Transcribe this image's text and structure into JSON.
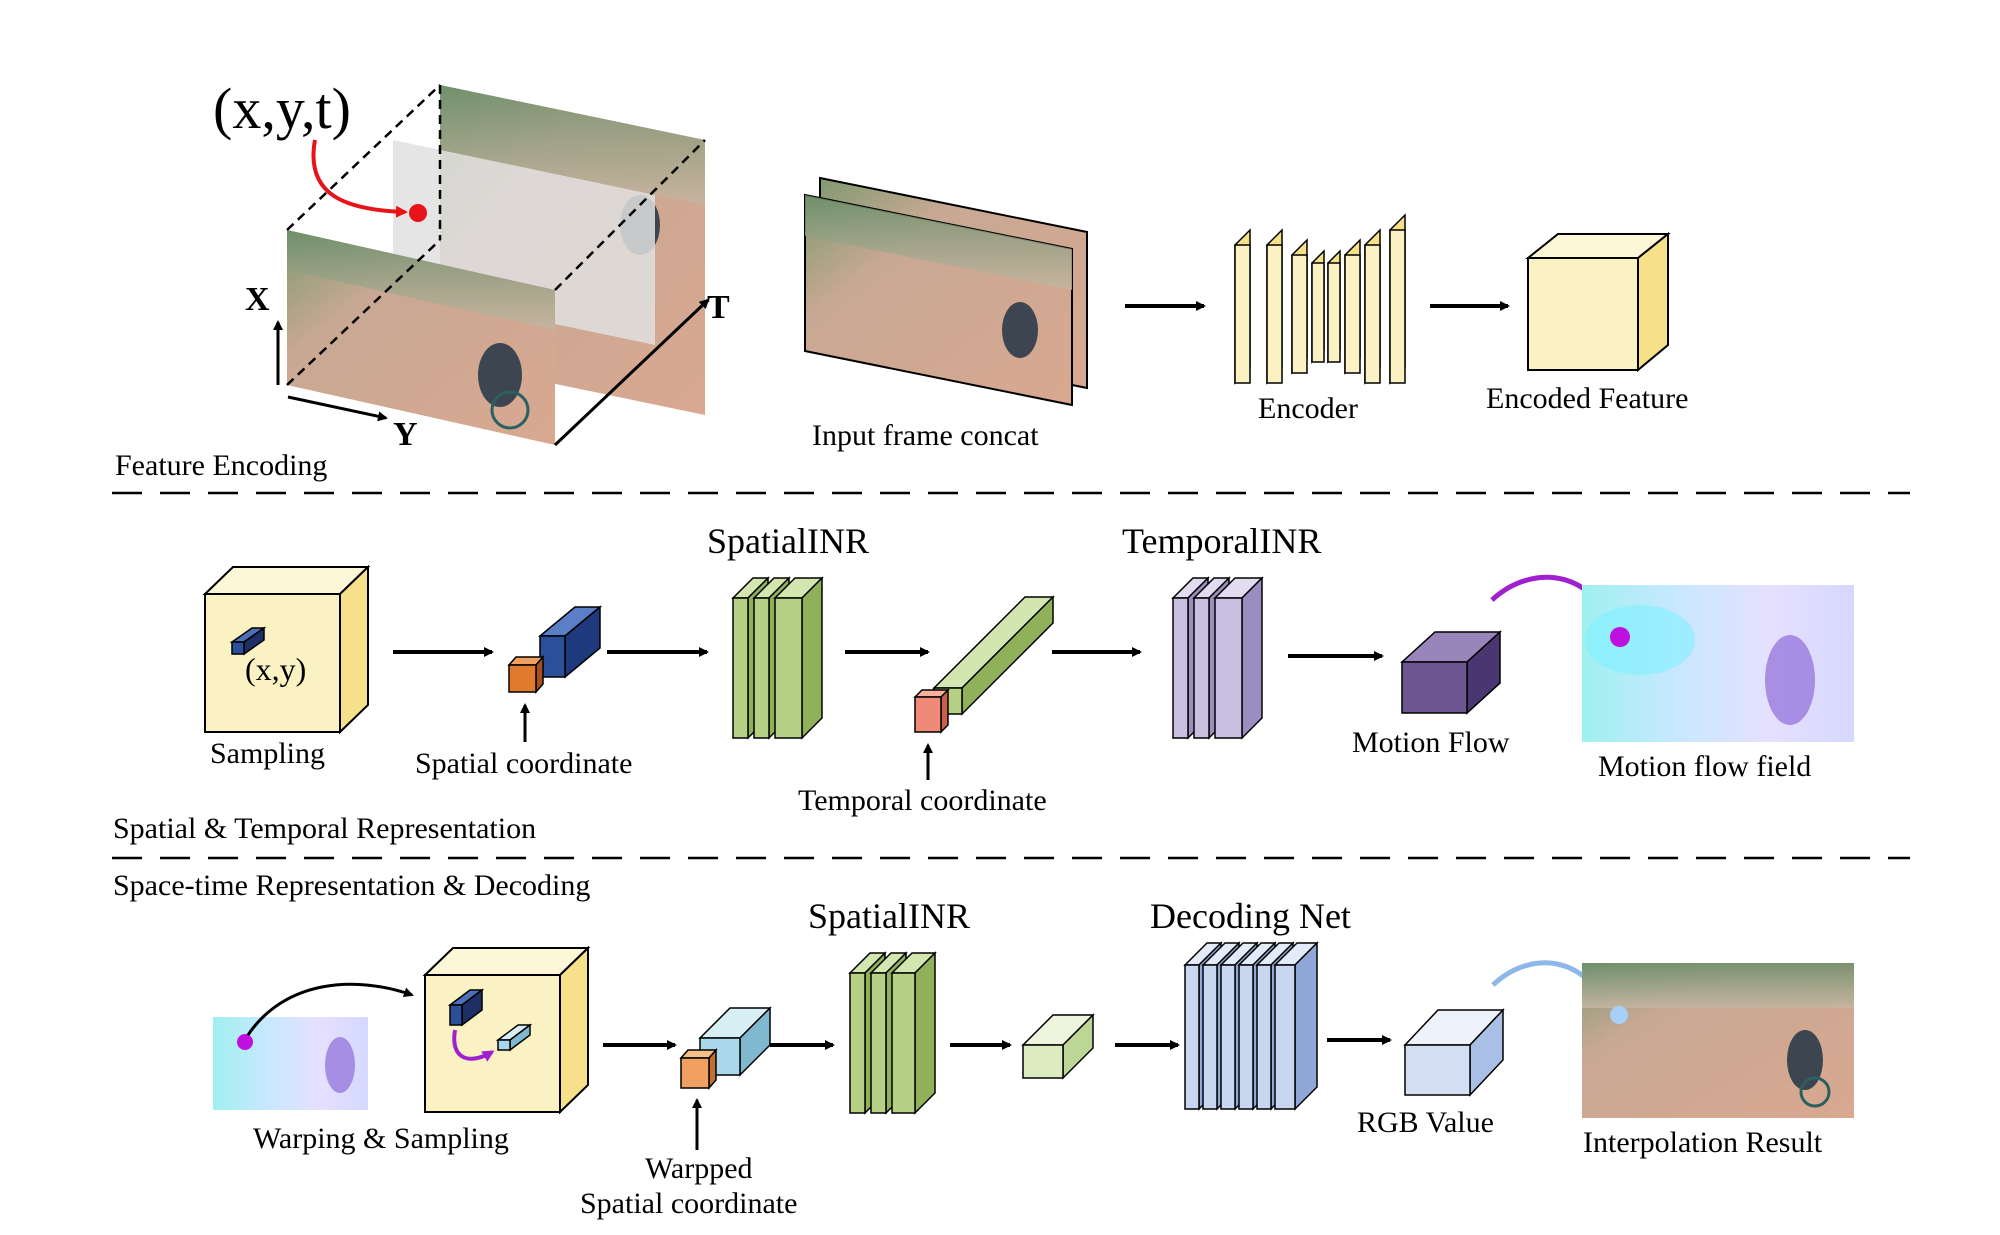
{
  "sections": {
    "feature_encoding": "Feature Encoding",
    "spatial_temporal": "Spatial & Temporal Representation",
    "spacetime_decoding": "Space-time Representation & Decoding"
  },
  "feature_encoding": {
    "coord_label": "(x,y,t)",
    "axis_x": "X",
    "axis_y": "Y",
    "axis_t": "T",
    "frames_label": "Input frame concat",
    "encoder_label": "Encoder",
    "encoded_label": "Encoded Feature"
  },
  "spatial_temporal": {
    "sampling_coord": "(x,y)",
    "sampling_label": "Sampling",
    "spatial_coord_label": "Spatial coordinate",
    "spatial_inr_label": "SpatialINR",
    "temporal_coord_label": "Temporal coordinate",
    "temporal_inr_label": "TemporalINR",
    "motion_flow_label": "Motion Flow",
    "motion_field_label": "Motion flow field"
  },
  "decoding": {
    "warp_label": "Warping & Sampling",
    "warped_coord_line1": "Warpped",
    "warped_coord_line2": "Spatial coordinate",
    "spatial_inr_label": "SpatialINR",
    "decoding_net_label": "Decoding Net",
    "rgb_label": "RGB Value",
    "result_label": "Interpolation Result"
  },
  "colors": {
    "yellow": "#fbf2c4",
    "green": "#b6d186",
    "blue_dark": "#2c4f9a",
    "orange": "#e07b2e",
    "purple_light": "#c9bfe0",
    "purple_dark": "#6c5591",
    "blue_light": "#c9d6ef",
    "red": "#e8141a",
    "magenta": "#a020d0"
  }
}
